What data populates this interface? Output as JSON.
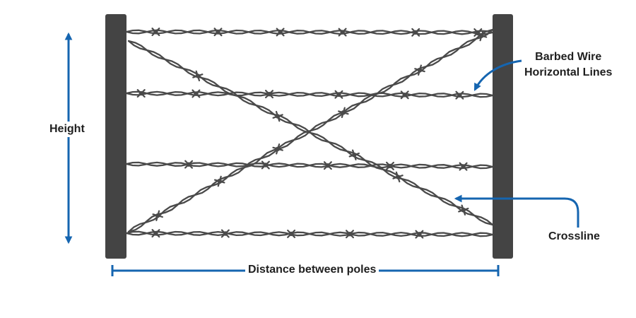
{
  "labels": {
    "height": "Height",
    "distance": "Distance between poles",
    "barbed_line1": "Barbed Wire",
    "barbed_line2": "Horizontal Lines",
    "crossline": "Crossline"
  },
  "colors": {
    "accent": "#1565b0",
    "pole": "#444444",
    "wire": "#4a4a4a",
    "text": "#1f1f1f"
  },
  "icons": {
    "dimension_arrow": "double-headed-arrow-icon",
    "callout_arrow": "curved-arrow-icon"
  }
}
